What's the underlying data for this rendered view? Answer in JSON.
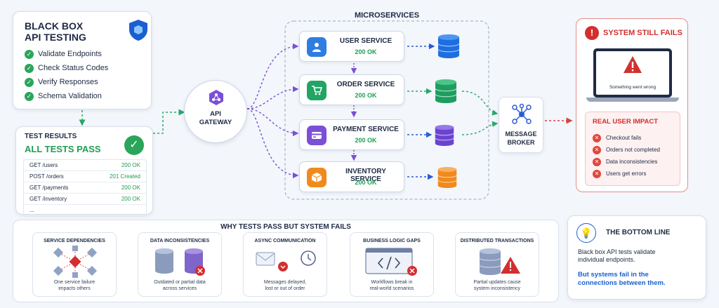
{
  "blackbox": {
    "title_line1": "BLACK BOX",
    "title_line2": "API TESTING",
    "items": [
      "Validate Endpoints",
      "Check Status Codes",
      "Verify Responses",
      "Schema Validation"
    ]
  },
  "results": {
    "title": "TEST RESULTS",
    "headline": "ALL TESTS PASS",
    "rows": [
      {
        "endpoint": "GET /users",
        "status": "200 OK"
      },
      {
        "endpoint": "POST /orders",
        "status": "201 Created"
      },
      {
        "endpoint": "GET /payments",
        "status": "200 OK"
      },
      {
        "endpoint": "GET /inventory",
        "status": "200 OK"
      },
      {
        "endpoint": "...",
        "status": ""
      }
    ]
  },
  "gateway": {
    "line1": "API",
    "line2": "GATEWAY"
  },
  "microservices": {
    "title": "MICROSERVICES",
    "services": [
      {
        "name": "USER SERVICE",
        "status": "200 OK",
        "icon": "user-icon",
        "color": "#2f7de1"
      },
      {
        "name": "ORDER SERVICE",
        "status": "200 OK",
        "icon": "cart-icon",
        "color": "#22a463"
      },
      {
        "name": "PAYMENT SERVICE",
        "status": "200 OK",
        "icon": "card-icon",
        "color": "#7b4fd6"
      },
      {
        "name": "INVENTORY SERVICE",
        "status": "200 OK",
        "icon": "box-icon",
        "color": "#f08a1c"
      }
    ]
  },
  "broker": {
    "line1": "MESSAGE",
    "line2": "BROKER"
  },
  "fails": {
    "title": "SYSTEM STILL FAILS",
    "screen_text": "Something went wrong",
    "impact_title": "REAL USER IMPACT",
    "impacts": [
      "Checkout fails",
      "Orders not completed",
      "Data inconsistencies",
      "Users get errors"
    ]
  },
  "why": {
    "title": "WHY TESTS PASS BUT SYSTEM FAILS",
    "items": [
      {
        "title": "SERVICE DEPENDENCIES",
        "desc_line1": "One service failure",
        "desc_line2": "impacts others"
      },
      {
        "title": "DATA INCONSISTENCIES",
        "desc_line1": "Outdated or partial data",
        "desc_line2": "across services"
      },
      {
        "title": "ASYNC COMMUNICATION",
        "desc_line1": "Messages delayed,",
        "desc_line2": "lost or out of order"
      },
      {
        "title": "BUSINESS LOGIC GAPS",
        "desc_line1": "Workflows break in",
        "desc_line2": "real-world scenarios"
      },
      {
        "title": "DISTRIBUTED TRANSACTIONS",
        "desc_line1": "Partial updates cause",
        "desc_line2": "system inconsistency"
      }
    ]
  },
  "bottom": {
    "title": "THE BOTTOM LINE",
    "text_line1": "Black box API tests validate",
    "text_line2": "individual endpoints.",
    "emph_line1": "But systems fail in the",
    "emph_line2": "connections between them."
  },
  "colors": {
    "pass": "#1f9d55",
    "fail": "#d32f2f",
    "accent": "#1a5fd0"
  }
}
